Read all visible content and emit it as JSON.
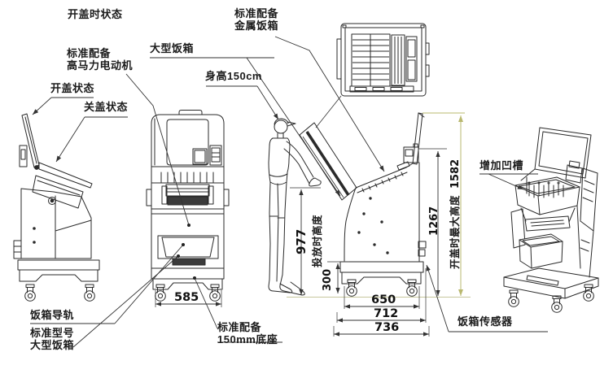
{
  "colors": {
    "line": "#2a2a2a",
    "annotation": "#333333",
    "accent_olive": "#b9b86f",
    "ground": "#c8c89e"
  },
  "labels": {
    "lid_open_state_title": "开盖时状态",
    "std_motor_line1": "标准配备",
    "std_motor_line2": "高马力电动机",
    "lid_open": "开盖状态",
    "lid_closed": "关盖状态",
    "large_rice_box": "大型饭箱",
    "std_metal_line1": "标准配备",
    "std_metal_line2": "金属饭箱",
    "body_height": "身高150cm",
    "added_groove": "增加凹槽",
    "rice_box_rail": "饭箱导轨",
    "std_model_line1": "标准型号",
    "std_model_line2": "大型饭箱",
    "std_base_line1": "标准配备",
    "std_base_line2": "150mm底座",
    "rice_box_sensor": "饭箱传感器"
  },
  "dimensions": {
    "front_width": "585",
    "load_height_value": "977",
    "load_height_label": "投放时高度",
    "base_height": "300",
    "width_650": "650",
    "width_712": "712",
    "width_736": "736",
    "height_1267": "1267",
    "max_open_height_label": "开盖时最大高度",
    "max_open_height_value": "1582"
  }
}
